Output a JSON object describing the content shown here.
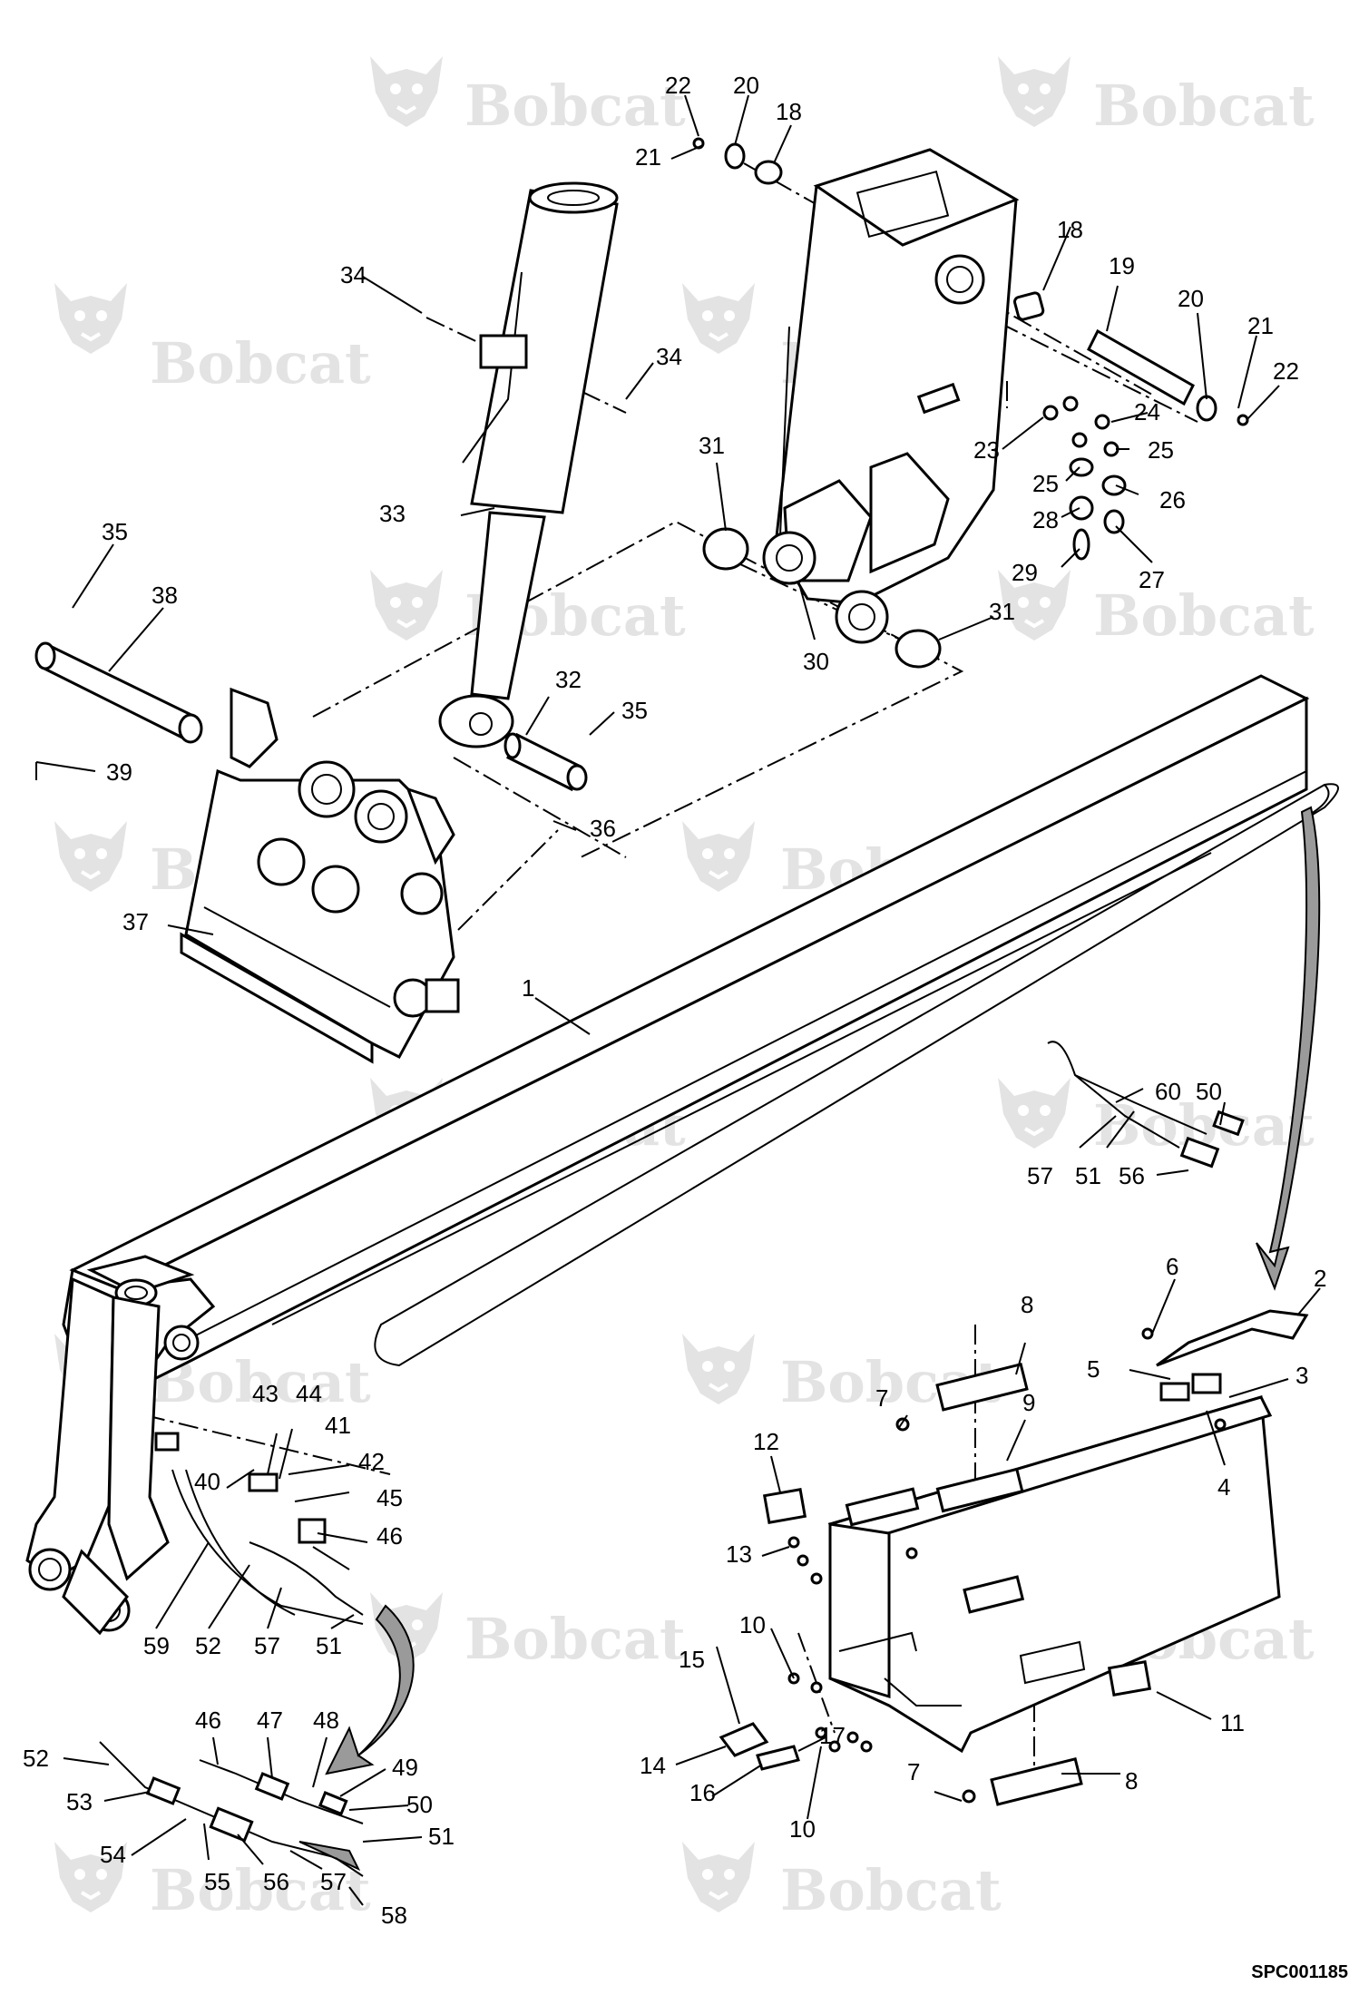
{
  "watermark": {
    "text": "Bobcat",
    "icon": "bobcat-logo-icon"
  },
  "drawing_id": "SPC001185",
  "callouts": [
    {
      "id": "c1",
      "label": "1"
    },
    {
      "id": "c2",
      "label": "2"
    },
    {
      "id": "c3",
      "label": "3"
    },
    {
      "id": "c4",
      "label": "4"
    },
    {
      "id": "c5",
      "label": "5"
    },
    {
      "id": "c6",
      "label": "6"
    },
    {
      "id": "c7a",
      "label": "7"
    },
    {
      "id": "c7b",
      "label": "7"
    },
    {
      "id": "c8a",
      "label": "8"
    },
    {
      "id": "c8b",
      "label": "8"
    },
    {
      "id": "c9",
      "label": "9"
    },
    {
      "id": "c10a",
      "label": "10"
    },
    {
      "id": "c10b",
      "label": "10"
    },
    {
      "id": "c11",
      "label": "11"
    },
    {
      "id": "c12",
      "label": "12"
    },
    {
      "id": "c13",
      "label": "13"
    },
    {
      "id": "c14",
      "label": "14"
    },
    {
      "id": "c15",
      "label": "15"
    },
    {
      "id": "c16",
      "label": "16"
    },
    {
      "id": "c17",
      "label": "17"
    },
    {
      "id": "c18a",
      "label": "18"
    },
    {
      "id": "c18b",
      "label": "18"
    },
    {
      "id": "c19",
      "label": "19"
    },
    {
      "id": "c20a",
      "label": "20"
    },
    {
      "id": "c20b",
      "label": "20"
    },
    {
      "id": "c21a",
      "label": "21"
    },
    {
      "id": "c21b",
      "label": "21"
    },
    {
      "id": "c22a",
      "label": "22"
    },
    {
      "id": "c22b",
      "label": "22"
    },
    {
      "id": "c23",
      "label": "23"
    },
    {
      "id": "c24",
      "label": "24"
    },
    {
      "id": "c25a",
      "label": "25"
    },
    {
      "id": "c25b",
      "label": "25"
    },
    {
      "id": "c26",
      "label": "26"
    },
    {
      "id": "c27",
      "label": "27"
    },
    {
      "id": "c28",
      "label": "28"
    },
    {
      "id": "c29",
      "label": "29"
    },
    {
      "id": "c30",
      "label": "30"
    },
    {
      "id": "c31a",
      "label": "31"
    },
    {
      "id": "c31b",
      "label": "31"
    },
    {
      "id": "c32",
      "label": "32"
    },
    {
      "id": "c33",
      "label": "33"
    },
    {
      "id": "c34a",
      "label": "34"
    },
    {
      "id": "c34b",
      "label": "34"
    },
    {
      "id": "c35a",
      "label": "35"
    },
    {
      "id": "c35b",
      "label": "35"
    },
    {
      "id": "c36",
      "label": "36"
    },
    {
      "id": "c37",
      "label": "37"
    },
    {
      "id": "c38",
      "label": "38"
    },
    {
      "id": "c39",
      "label": "39"
    },
    {
      "id": "c40",
      "label": "40"
    },
    {
      "id": "c41",
      "label": "41"
    },
    {
      "id": "c42",
      "label": "42"
    },
    {
      "id": "c43",
      "label": "43"
    },
    {
      "id": "c44",
      "label": "44"
    },
    {
      "id": "c45",
      "label": "45"
    },
    {
      "id": "c46a",
      "label": "46"
    },
    {
      "id": "c46b",
      "label": "46"
    },
    {
      "id": "c47",
      "label": "47"
    },
    {
      "id": "c48",
      "label": "48"
    },
    {
      "id": "c49",
      "label": "49"
    },
    {
      "id": "c50a",
      "label": "50"
    },
    {
      "id": "c50b",
      "label": "50"
    },
    {
      "id": "c51a",
      "label": "51"
    },
    {
      "id": "c51b",
      "label": "51"
    },
    {
      "id": "c51c",
      "label": "51"
    },
    {
      "id": "c52a",
      "label": "52"
    },
    {
      "id": "c52b",
      "label": "52"
    },
    {
      "id": "c53",
      "label": "53"
    },
    {
      "id": "c54",
      "label": "54"
    },
    {
      "id": "c55",
      "label": "55"
    },
    {
      "id": "c56a",
      "label": "56"
    },
    {
      "id": "c56b",
      "label": "56"
    },
    {
      "id": "c57a",
      "label": "57"
    },
    {
      "id": "c57b",
      "label": "57"
    },
    {
      "id": "c57c",
      "label": "57"
    },
    {
      "id": "c58",
      "label": "58"
    },
    {
      "id": "c59",
      "label": "59"
    },
    {
      "id": "c60",
      "label": "60"
    }
  ]
}
